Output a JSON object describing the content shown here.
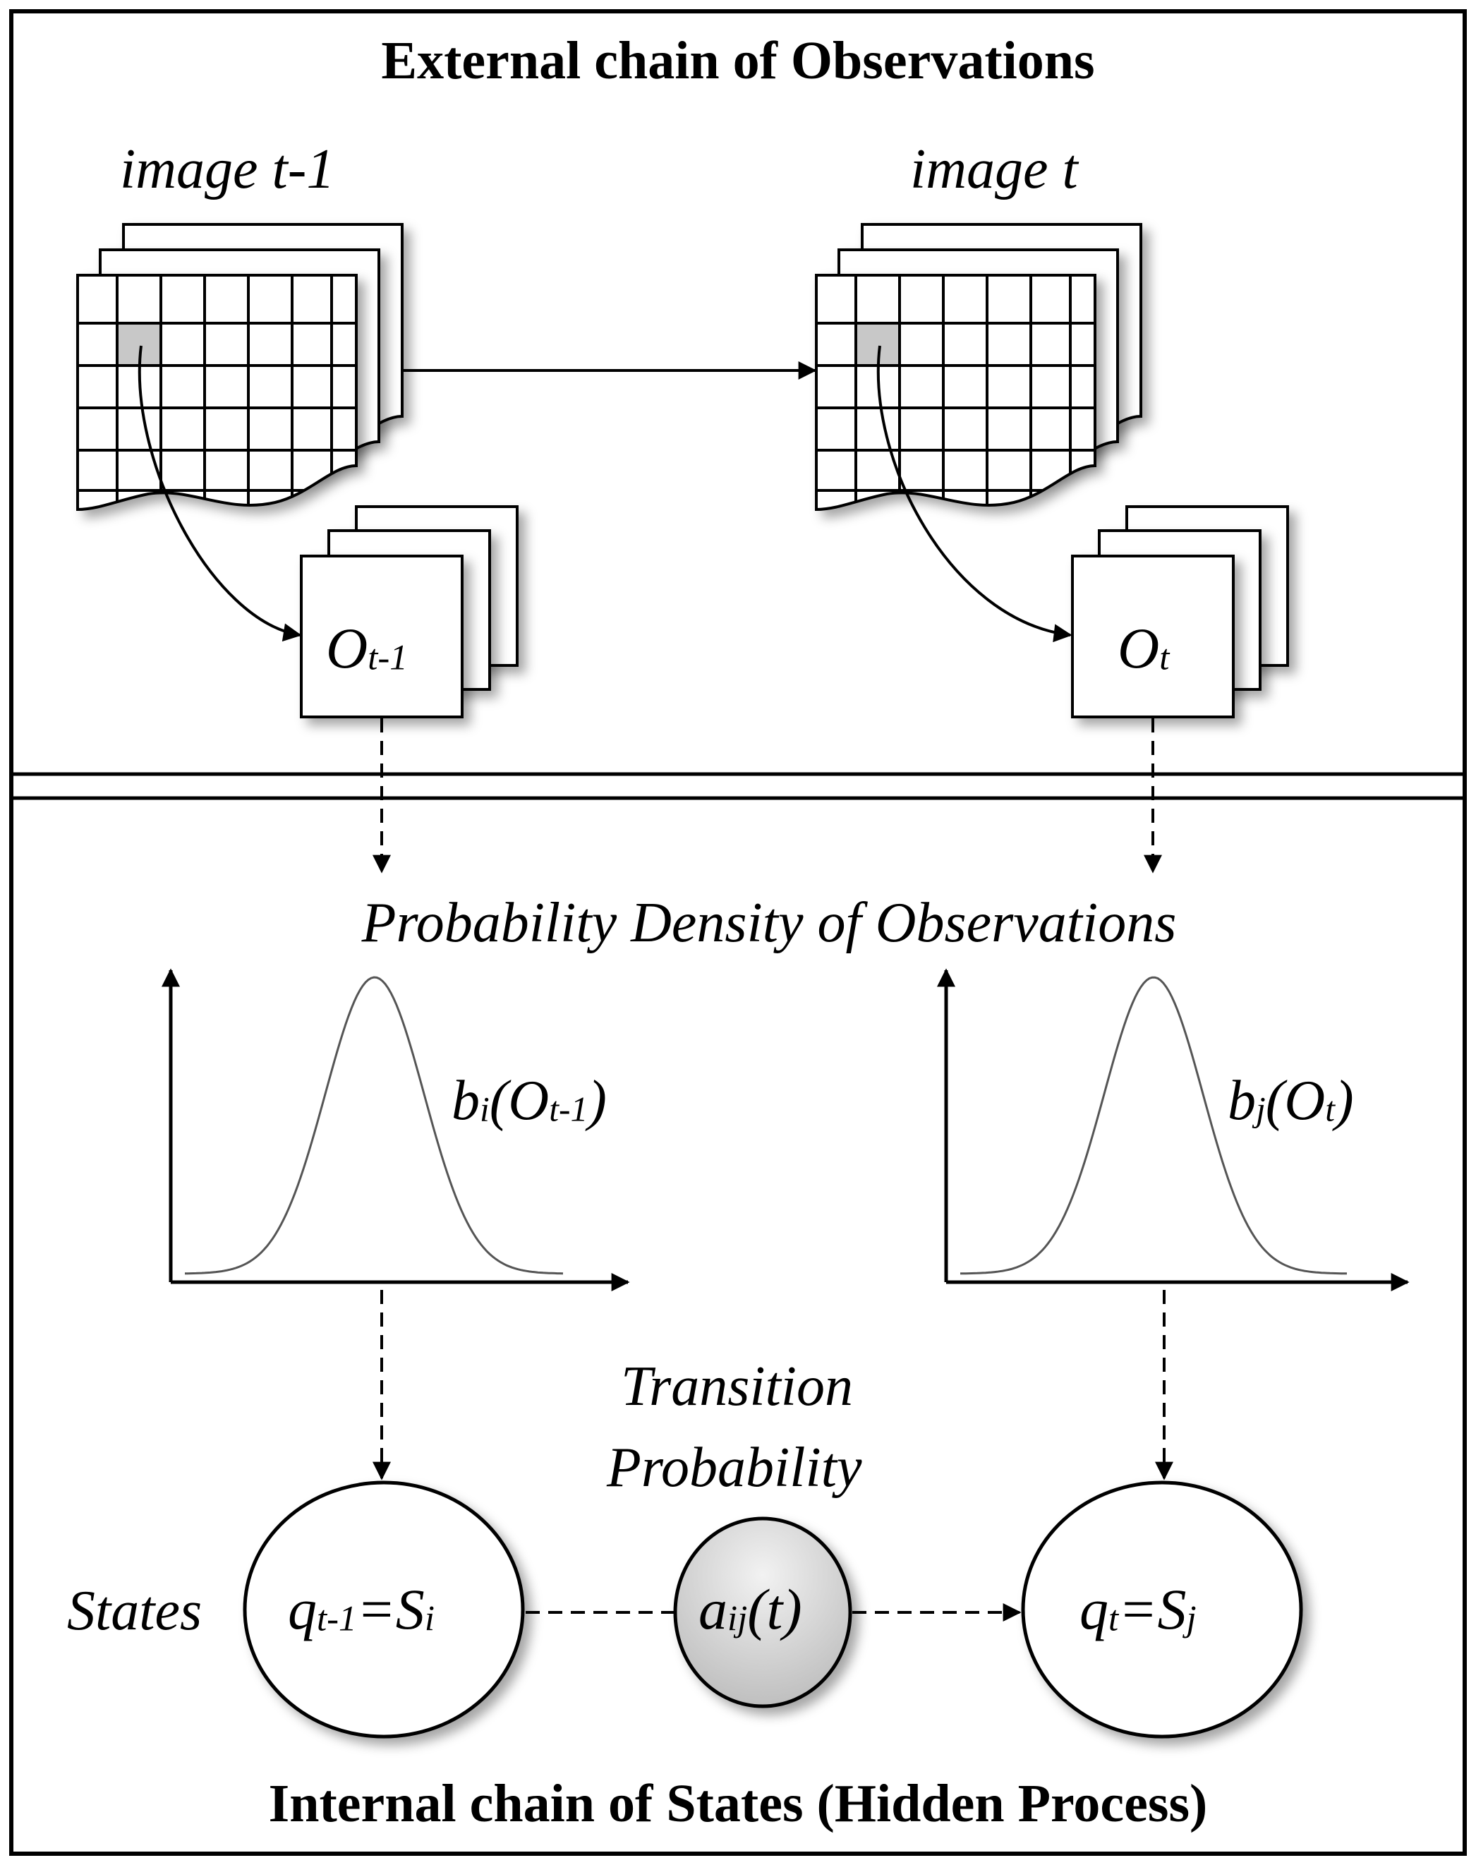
{
  "top_panel": {
    "title": "External chain of Observations",
    "image_prev": "image t-1",
    "image_curr": "image t",
    "obs_prev": {
      "main": "O",
      "sub": "t-1"
    },
    "obs_curr": {
      "main": "O",
      "sub": "t"
    }
  },
  "bottom_panel": {
    "density_title": "Probability Density of Observations",
    "density_prev": {
      "b": "b",
      "b_sub": "i",
      "o": "(O",
      "o_sub": "t-1",
      "close": ")"
    },
    "density_curr": {
      "b": "b",
      "b_sub": "j",
      "o": "(O",
      "o_sub": "t",
      "close": ")"
    },
    "transition_label_1": "Transition",
    "transition_label_2": "Probability",
    "states_label": "States",
    "state_prev": {
      "q": "q",
      "q_sub": "t-1",
      "eq": "=S",
      "s_sub": "i"
    },
    "state_curr": {
      "q": "q",
      "q_sub": "t",
      "eq": "=S",
      "s_sub": "j"
    },
    "transition_node": {
      "a": "a",
      "a_sub": "ij",
      "arg": "(t)"
    },
    "footer": "Internal chain of States (Hidden Process)"
  },
  "colors": {
    "highlight_cell": "#c8c8c8",
    "transition_fill": "#d9d9d9",
    "line": "#000000",
    "curve": "#555555"
  }
}
